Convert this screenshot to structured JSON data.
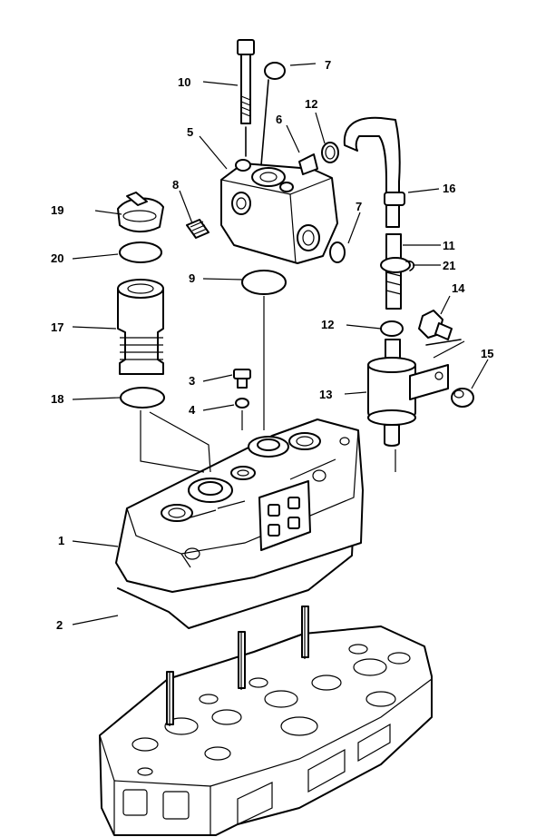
{
  "callouts": {
    "c1": "1",
    "c2": "2",
    "c3": "3",
    "c4": "4",
    "c5": "5",
    "c6": "6",
    "c7a": "7",
    "c7b": "7",
    "c8": "8",
    "c9": "9",
    "c10": "10",
    "c11": "11",
    "c12a": "12",
    "c12b": "12",
    "c13": "13",
    "c14": "14",
    "c15": "15",
    "c16": "16",
    "c17": "17",
    "c18": "18",
    "c19": "19",
    "c20": "20",
    "c21": "21"
  },
  "colors": {
    "ink": "#000000",
    "paper": "#ffffff"
  }
}
